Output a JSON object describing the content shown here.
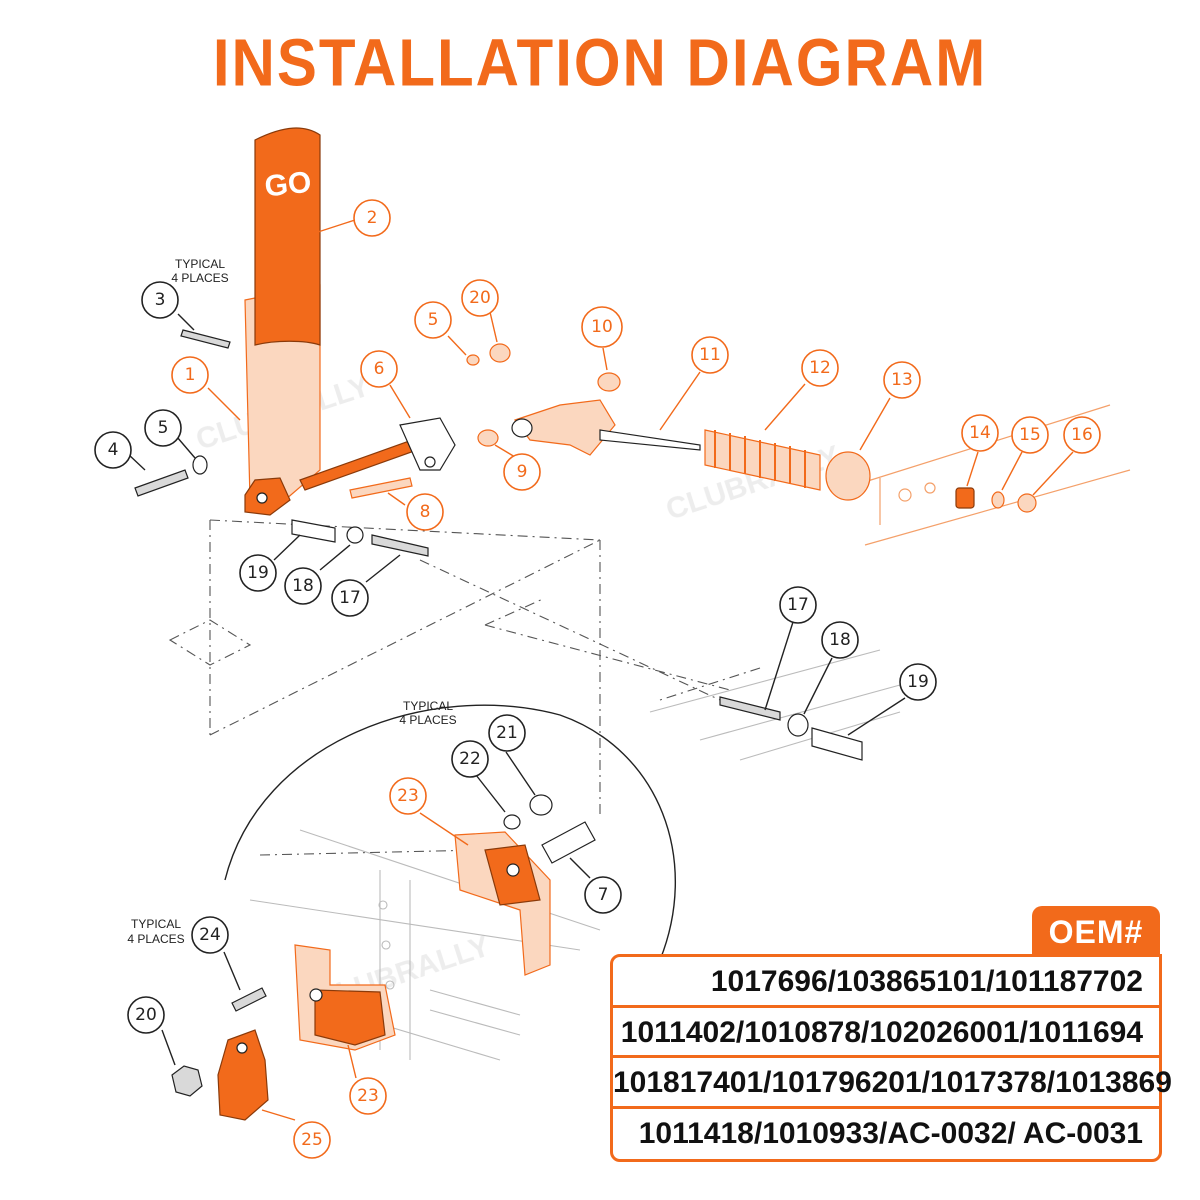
{
  "title": "INSTALLATION DIAGRAM",
  "pedal_label": "GO",
  "notes": {
    "typical_top": [
      "TYPICAL",
      "4 PLACES"
    ],
    "typical_mid": [
      "TYPICAL",
      "4 PLACES"
    ],
    "typical_bottom": [
      "TYPICAL",
      "4 PLACES"
    ]
  },
  "watermark": "CLUBRALLY",
  "callouts": {
    "c1": "1",
    "c2": "2",
    "c3": "3",
    "c4": "4",
    "c5a": "5",
    "c5b": "5",
    "c6": "6",
    "c7": "7",
    "c8": "8",
    "c9": "9",
    "c10": "10",
    "c11": "11",
    "c12": "12",
    "c13": "13",
    "c14": "14",
    "c15": "15",
    "c16": "16",
    "c17a": "17",
    "c17b": "17",
    "c18a": "18",
    "c18b": "18",
    "c19a": "19",
    "c19b": "19",
    "c20a": "20",
    "c20b": "20",
    "c21": "21",
    "c22": "22",
    "c23a": "23",
    "c23b": "23",
    "c24": "24",
    "c25": "25"
  },
  "colors": {
    "accent": "#f26a1b",
    "line": "#222222"
  },
  "oem": {
    "tag": "OEM#",
    "rows": [
      "1017696/103865101/101187702",
      "1011402/1010878/102026001/1011694",
      "101817401/101796201/1017378/1013869",
      "1011418/1010933/AC-0032/ AC-0031"
    ]
  }
}
